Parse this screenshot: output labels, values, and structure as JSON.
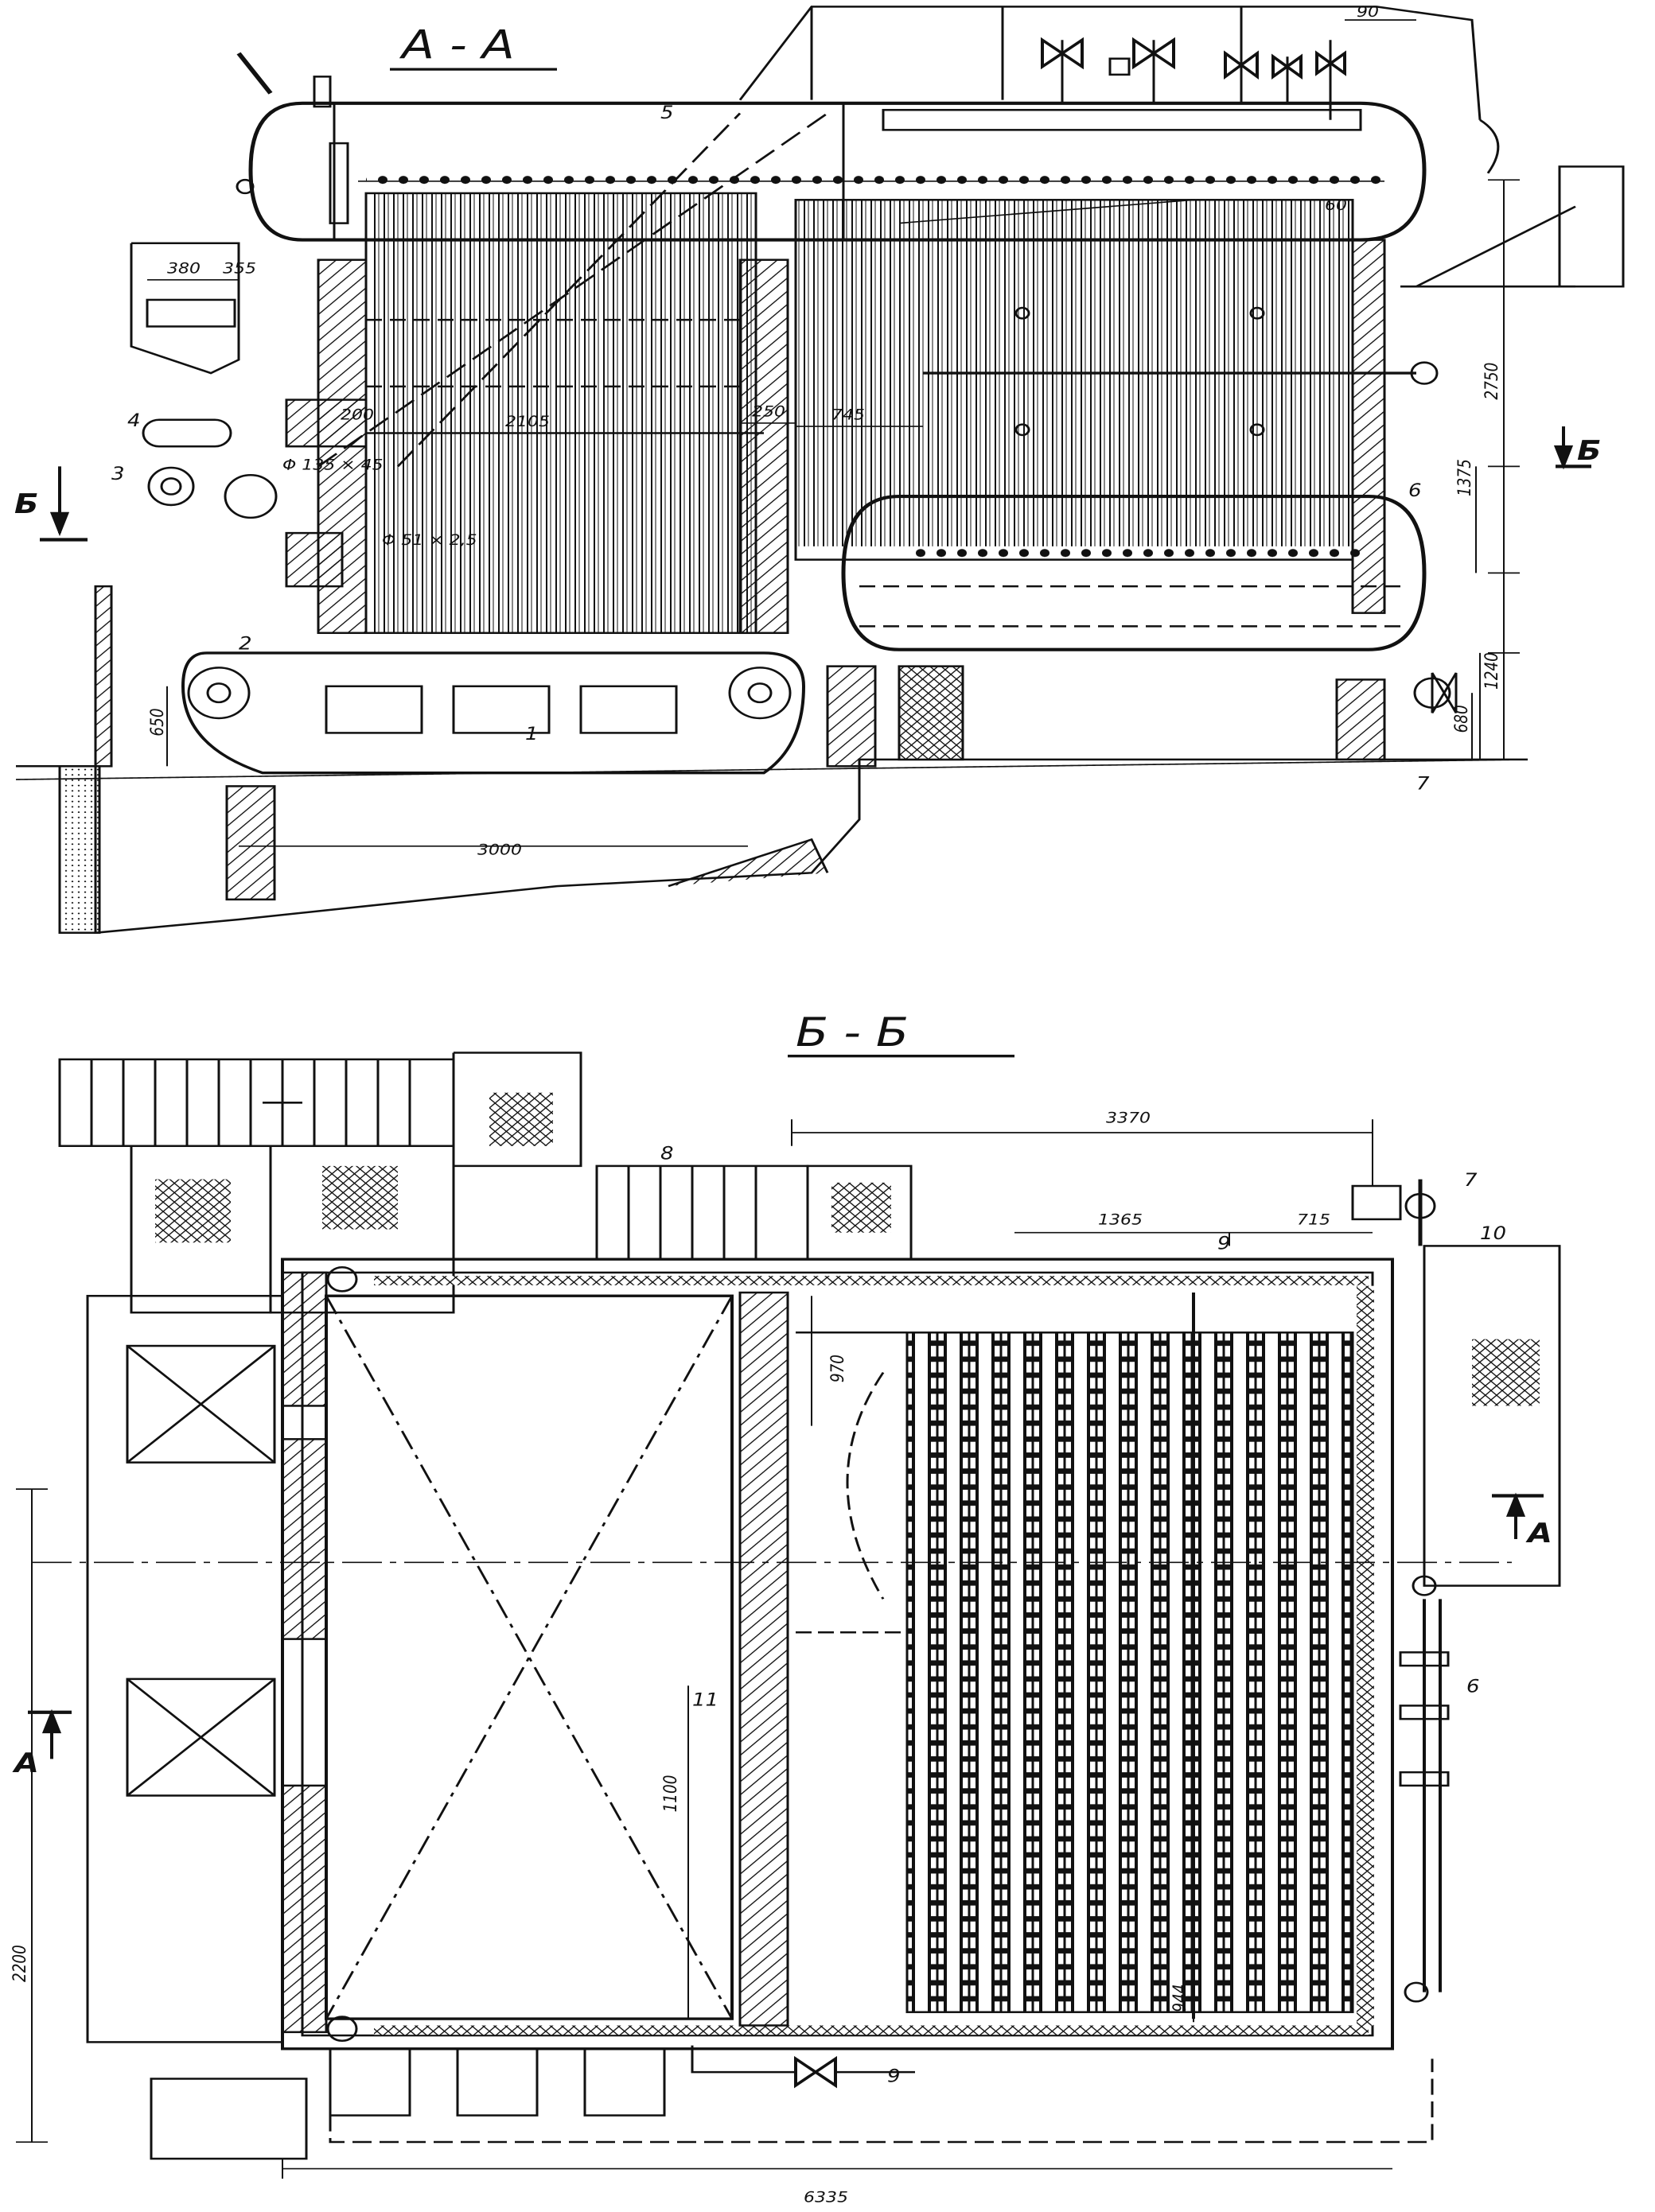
{
  "section_aa": {
    "title": "А - А",
    "callouts": [
      "1",
      "2",
      "3",
      "4",
      "5",
      "6",
      "7"
    ],
    "dims": {
      "d380": "380",
      "d355": "355",
      "d200": "200",
      "d2105": "2105",
      "d250": "250",
      "d745": "745",
      "d2750": "2750",
      "d1375": "1375",
      "d1240": "1240",
      "d680": "680",
      "d650": "650",
      "d3000": "3000",
      "d90": "90",
      "d60": "60",
      "pipe_a": "Φ 135 × 45",
      "pipe_b": "Φ 51 × 2,5"
    },
    "cut_letter": "Б"
  },
  "section_bb": {
    "title": "Б - Б",
    "callouts": [
      "8",
      "9",
      "9",
      "10",
      "11",
      "7",
      "6"
    ],
    "dims": {
      "d3370": "3370",
      "d1365": "1365",
      "d715": "715",
      "d970": "970",
      "d1100": "1100",
      "d944": "944",
      "d2200": "2200",
      "d6335": "6335"
    },
    "cut_letter": "А"
  },
  "colors": {
    "ink": "#111111",
    "paper": "#ffffff"
  }
}
